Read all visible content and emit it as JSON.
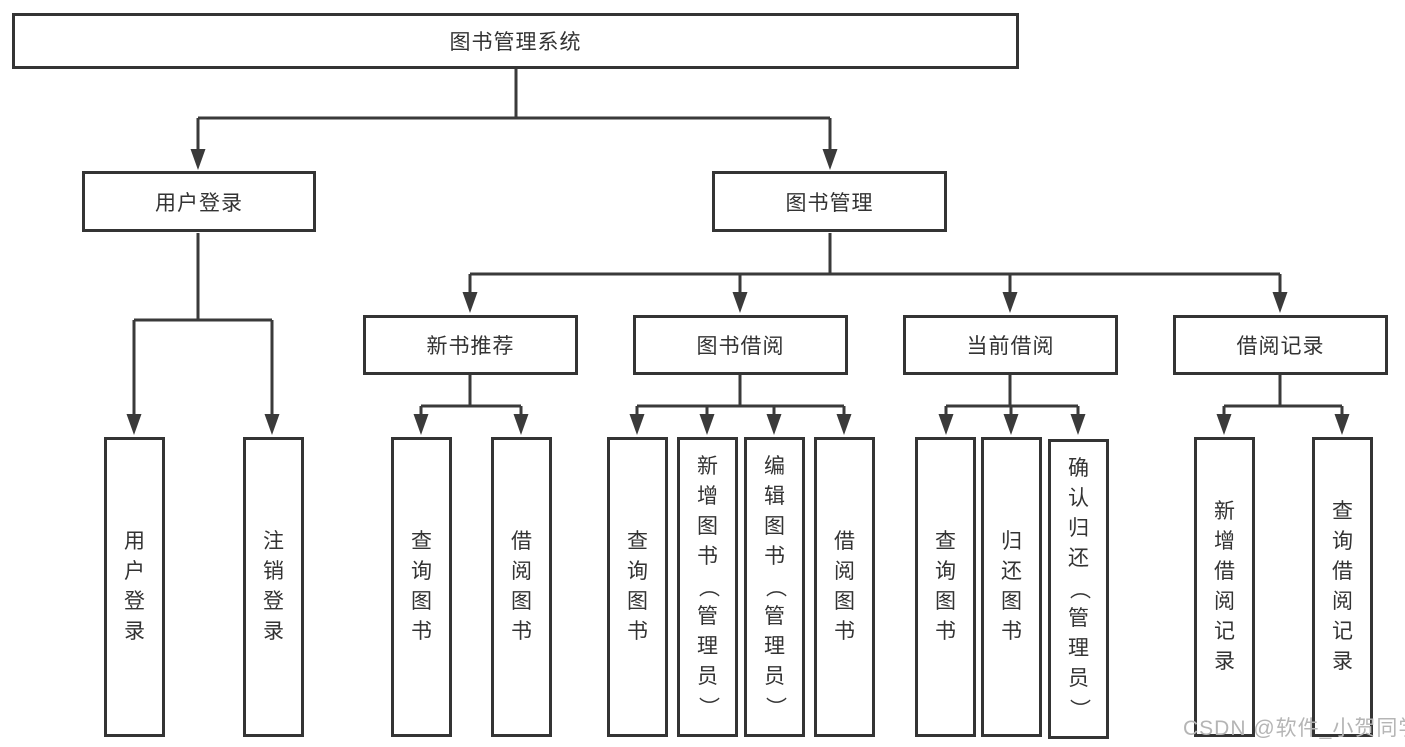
{
  "diagram": {
    "title": "图书管理系统",
    "branches": [
      {
        "label": "用户登录",
        "children": [
          {
            "label": "用户登录"
          },
          {
            "label": "注销登录"
          }
        ]
      },
      {
        "label": "图书管理",
        "children": [
          {
            "label": "新书推荐",
            "children": [
              {
                "label": "查询图书"
              },
              {
                "label": "借阅图书"
              }
            ]
          },
          {
            "label": "图书借阅",
            "children": [
              {
                "label": "查询图书"
              },
              {
                "label": "新增图书（管理员）"
              },
              {
                "label": "编辑图书（管理员）"
              },
              {
                "label": "借阅图书"
              }
            ]
          },
          {
            "label": "当前借阅",
            "children": [
              {
                "label": "查询图书"
              },
              {
                "label": "归还图书"
              },
              {
                "label": "确认归还（管理员）"
              }
            ]
          },
          {
            "label": "借阅记录",
            "children": [
              {
                "label": "新增借阅记录"
              },
              {
                "label": "查询借阅记录"
              }
            ]
          }
        ]
      }
    ]
  },
  "watermark": {
    "text": "CSDN @软件_小贺同学"
  },
  "colors": {
    "line": "#3a3a3a",
    "box_border": "#343434",
    "text": "#333333",
    "watermark": "#b5b5b5",
    "background": "#ffffff"
  }
}
